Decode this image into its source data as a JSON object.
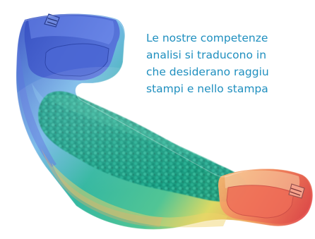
{
  "image": {
    "subject": "mold-flow-simulation-part",
    "colors": {
      "blue": "#4a61c9",
      "light_blue": "#6fb3e6",
      "green": "#1fa88f",
      "yellow": "#d9d84f",
      "orange": "#ee9b50",
      "red": "#e5534b",
      "text": "#1f8fbf"
    }
  },
  "text": {
    "lines": [
      "Le nostre competenze",
      "analisi si traducono in",
      "che desiderano raggiu",
      "stampi e nello stampa"
    ]
  }
}
